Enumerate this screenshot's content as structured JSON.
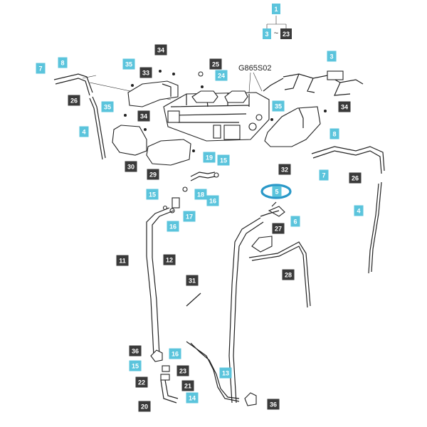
{
  "diagram": {
    "code": "G865S02",
    "colors": {
      "blue_callout": "#5bc4dc",
      "dark_callout": "#3a3a3a",
      "highlight_ring": "#2a98c8",
      "line": "#222222"
    },
    "header": {
      "top": "1",
      "range_start": "3",
      "range_sep": "~",
      "range_end": "23"
    },
    "callouts": [
      {
        "num": "8",
        "style": "blue"
      },
      {
        "num": "7",
        "style": "blue"
      },
      {
        "num": "26",
        "style": "dark"
      },
      {
        "num": "4",
        "style": "blue"
      },
      {
        "num": "35",
        "style": "blue"
      },
      {
        "num": "33",
        "style": "dark"
      },
      {
        "num": "34",
        "style": "dark"
      },
      {
        "num": "25",
        "style": "dark"
      },
      {
        "num": "24",
        "style": "blue"
      },
      {
        "num": "3",
        "style": "blue"
      },
      {
        "num": "35",
        "style": "blue"
      },
      {
        "num": "34",
        "style": "dark"
      },
      {
        "num": "30",
        "style": "dark"
      },
      {
        "num": "29",
        "style": "dark"
      },
      {
        "num": "19",
        "style": "blue"
      },
      {
        "num": "15",
        "style": "blue"
      },
      {
        "num": "18",
        "style": "blue"
      },
      {
        "num": "16",
        "style": "blue"
      },
      {
        "num": "35",
        "style": "blue"
      },
      {
        "num": "34",
        "style": "dark"
      },
      {
        "num": "8",
        "style": "blue"
      },
      {
        "num": "32",
        "style": "dark"
      },
      {
        "num": "7",
        "style": "blue"
      },
      {
        "num": "26",
        "style": "dark"
      },
      {
        "num": "4",
        "style": "blue"
      },
      {
        "num": "5",
        "style": "blue"
      },
      {
        "num": "6",
        "style": "blue"
      },
      {
        "num": "27",
        "style": "dark"
      },
      {
        "num": "28",
        "style": "dark"
      },
      {
        "num": "15",
        "style": "blue"
      },
      {
        "num": "17",
        "style": "blue"
      },
      {
        "num": "16",
        "style": "blue"
      },
      {
        "num": "11",
        "style": "dark"
      },
      {
        "num": "12",
        "style": "dark"
      },
      {
        "num": "31",
        "style": "dark"
      },
      {
        "num": "36",
        "style": "dark"
      },
      {
        "num": "16",
        "style": "blue"
      },
      {
        "num": "15",
        "style": "blue"
      },
      {
        "num": "23",
        "style": "dark"
      },
      {
        "num": "22",
        "style": "dark"
      },
      {
        "num": "21",
        "style": "dark"
      },
      {
        "num": "20",
        "style": "dark"
      },
      {
        "num": "14",
        "style": "blue"
      },
      {
        "num": "13",
        "style": "blue"
      },
      {
        "num": "36",
        "style": "dark"
      }
    ]
  }
}
